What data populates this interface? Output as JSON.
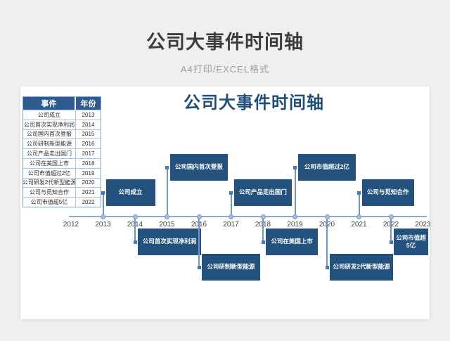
{
  "page": {
    "title": "公司大事件时间轴",
    "subtitle": "A4打印/EXCEL格式"
  },
  "chart": {
    "title": "公司大事件时间轴"
  },
  "table": {
    "headers": [
      "事件",
      "年份"
    ],
    "rows": [
      [
        "公司成立",
        "2013"
      ],
      [
        "公司首次实现净利润",
        "2014"
      ],
      [
        "公司国内首次登报",
        "2015"
      ],
      [
        "公司研制新型能源",
        "2016"
      ],
      [
        "公司产品走出国门",
        "2017"
      ],
      [
        "公司在美国上市",
        "2018"
      ],
      [
        "公司市值超过2亿",
        "2019"
      ],
      [
        "公司研发2代新型能源",
        "2020"
      ],
      [
        "公司与觅知合作",
        "2021"
      ],
      [
        "公司市值超5亿",
        "2022"
      ]
    ]
  },
  "chart_data": {
    "type": "scatter",
    "subtype": "milestone-timeline",
    "title": "公司大事件时间轴",
    "xlabel": "",
    "ylabel": "",
    "x_range": [
      2012,
      2023
    ],
    "x_ticks": [
      "2012",
      "2013",
      "2014",
      "2015",
      "2016",
      "2017",
      "2018",
      "2019",
      "2020",
      "2021",
      "2022",
      "2023"
    ],
    "grid": false,
    "legend": "none",
    "events": [
      {
        "year": 2013,
        "label": "公司成立",
        "position": "above",
        "level": 1
      },
      {
        "year": 2014,
        "label": "公司首次实现净利润",
        "position": "below",
        "level": 1
      },
      {
        "year": 2015,
        "label": "公司国内首次登报",
        "position": "above",
        "level": 2
      },
      {
        "year": 2016,
        "label": "公司研制新型能源",
        "position": "below",
        "level": 2
      },
      {
        "year": 2017,
        "label": "公司产品走出国门",
        "position": "above",
        "level": 1
      },
      {
        "year": 2018,
        "label": "公司在美国上市",
        "position": "below",
        "level": 1
      },
      {
        "year": 2019,
        "label": "公司市值超过2亿",
        "position": "above",
        "level": 2
      },
      {
        "year": 2020,
        "label": "公司研发2代新型能源",
        "position": "below",
        "level": 2
      },
      {
        "year": 2021,
        "label": "公司与觅知合作",
        "position": "above",
        "level": 1
      },
      {
        "year": 2022,
        "label": "公司市值超5亿",
        "position": "below",
        "level": 1
      }
    ]
  },
  "colors": {
    "page_bg": "#EFEFEF",
    "card_bg": "#FFFFFF",
    "page_title": "#3D3D3D",
    "subtitle": "#9C9C9C",
    "chart_title": "#1F4E79",
    "event_box": "#24527E",
    "table_header_bg": "#2E5A8F",
    "axis_line": "#85ADD6",
    "connector_line": "#6D96C9",
    "marker": "#4A77B0",
    "dot_fill": "#A6BCDF",
    "dot_border": "#7C9CC9",
    "table_border": "#7EA6D9",
    "tick_label": "#404040"
  }
}
